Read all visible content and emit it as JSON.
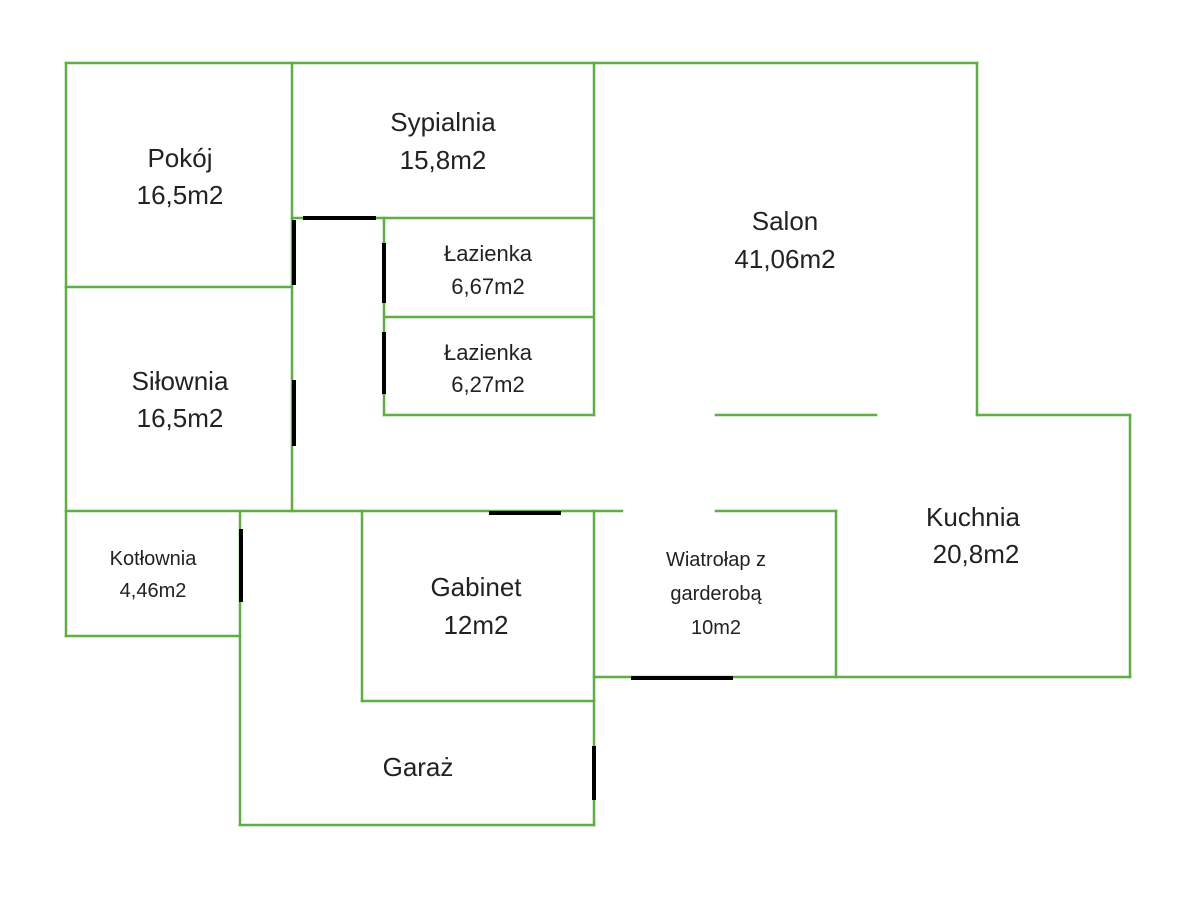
{
  "colors": {
    "wall": "#5fae45",
    "door": "#000000",
    "text": "#222222"
  },
  "rooms": {
    "pokoj": {
      "name": "Pokój",
      "area": "16,5m2"
    },
    "sypialnia": {
      "name": "Sypialnia",
      "area": "15,8m2"
    },
    "salon": {
      "name": "Salon",
      "area": "41,06m2"
    },
    "lazienka1": {
      "name": "Łazienka",
      "area": "6,67m2"
    },
    "lazienka2": {
      "name": "Łazienka",
      "area": "6,27m2"
    },
    "silownia": {
      "name": "Siłownia",
      "area": "16,5m2"
    },
    "kuchnia": {
      "name": "Kuchnia",
      "area": "20,8m2"
    },
    "kotlownia": {
      "name": "Kotłownia",
      "area": "4,46m2"
    },
    "gabinet": {
      "name": "Gabinet",
      "area": "12m2"
    },
    "wiatrolap": {
      "name_line1": "Wiatrołap z",
      "name_line2": "garderobą",
      "area": "10m2"
    },
    "garaz": {
      "name": "Garaż"
    }
  }
}
